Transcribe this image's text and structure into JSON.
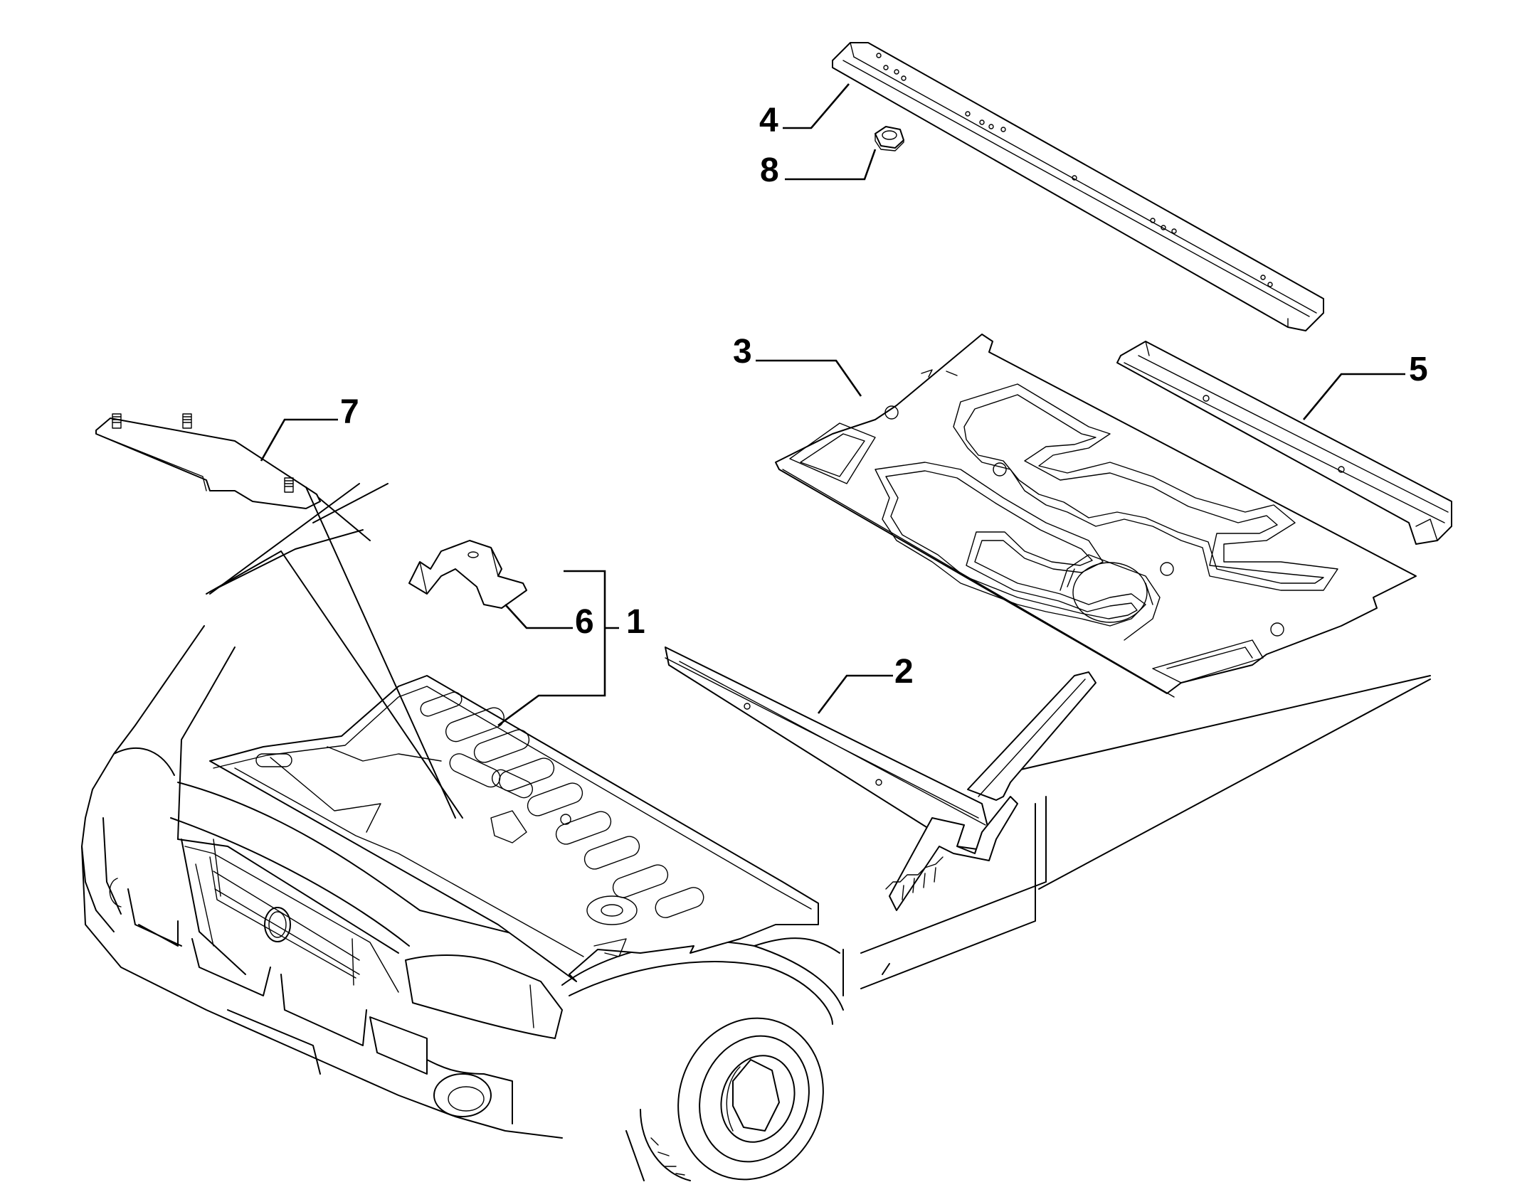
{
  "diagram": {
    "callouts": {
      "p1": "1",
      "p2": "2",
      "p3": "3",
      "p4": "4",
      "p5": "5",
      "p6": "6",
      "p7": "7",
      "p8": "8"
    }
  }
}
